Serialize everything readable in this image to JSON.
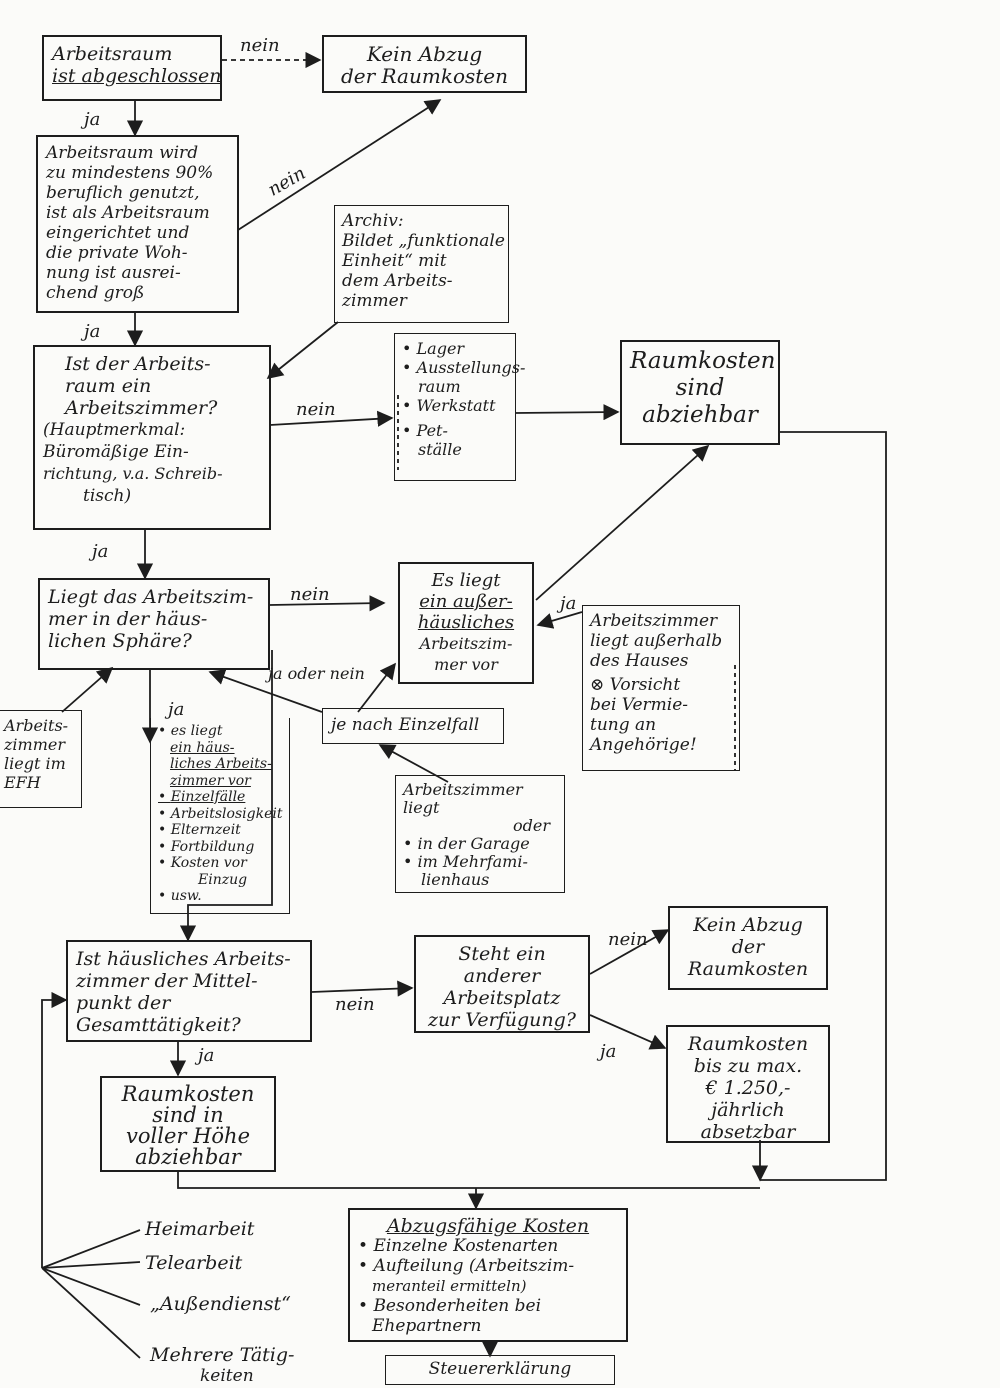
{
  "nodes": {
    "arbeitsraum_abgeschlossen": [
      "Arbeitsraum",
      "ist abgeschlossen"
    ],
    "kein_abzug_1": [
      "Kein Abzug",
      "der Raumkosten"
    ],
    "arbeitsraum_90": [
      "Arbeitsraum wird",
      "zu mindestens 90%",
      "beruflich genutzt,",
      "ist als Arbeitsraum",
      "eingerichtet und",
      "die private Woh-",
      "nung ist ausrei-",
      "chend groß"
    ],
    "archiv": [
      "Archiv:",
      "Bildet „funktionale",
      "Einheit“ mit",
      "dem Arbeits-",
      "zimmer"
    ],
    "ist_arbeitszimmer": [
      "Ist der Arbeits-",
      "raum ein",
      "Arbeitszimmer?",
      "(Hauptmerkmal:",
      "Büromäßige Ein-",
      "richtung, v.a. Schreib-",
      "tisch)"
    ],
    "lager_items": [
      "Lager",
      "Ausstellungs-",
      "raum",
      "Werkstatt",
      "Pet-",
      "ställe"
    ],
    "raumkosten_abziehbar": [
      "Raumkosten",
      "sind",
      "abziehbar"
    ],
    "haeusliche_sphaere": [
      "Liegt das Arbeitszim-",
      "mer in der häus-",
      "lichen Sphäre?"
    ],
    "ausserhaeuslich": [
      "Es liegt",
      "ein außer-",
      "häusliches",
      "Arbeitszim-",
      "mer vor"
    ],
    "ausserhalb_hauses": [
      "Arbeitszimmer",
      "liegt außerhalb",
      "des Hauses"
    ],
    "vorsicht": [
      "Vorsicht",
      "bei Vermie-",
      "tung an",
      "Angehörige!"
    ],
    "je_nach_einzelfall": "je nach Einzelfall",
    "efh": [
      "Arbeits-",
      "zimmer",
      "liegt im",
      "EFH"
    ],
    "haeusliches_liste": [
      "es liegt",
      "ein häus-",
      "liches Arbeits-",
      "zimmer vor",
      "Einzelfälle",
      "Arbeitslosigkeit",
      "Elternzeit",
      "Fortbildung",
      "Kosten vor",
      "Einzug",
      "usw."
    ],
    "garage_mfh": [
      "Arbeitszimmer",
      "liegt",
      "oder",
      "in der Garage",
      "im Mehrfami-",
      "lienhaus"
    ],
    "mittelpunkt": [
      "Ist häusliches Arbeits-",
      "zimmer der Mittel-",
      "punkt der",
      "Gesamttätigkeit?"
    ],
    "anderer_arbeitsplatz": [
      "Steht ein",
      "anderer",
      "Arbeitsplatz",
      "zur Verfügung?"
    ],
    "kein_abzug_2": [
      "Kein Abzug",
      "der",
      "Raumkosten"
    ],
    "max_1250": [
      "Raumkosten",
      "bis zu max.",
      "€ 1.250,-",
      "jährlich",
      "absetzbar"
    ],
    "volle_hoehe": [
      "Raumkosten",
      "sind in",
      "voller Höhe",
      "abziehbar"
    ],
    "abzugsfaehige_kosten": [
      "Abzugsfähige Kosten",
      "Einzelne Kostenarten",
      "Aufteilung (Arbeitszim-",
      "meranteil ermitteln)",
      "Besonderheiten bei",
      "Ehepartnern"
    ],
    "steuererklaerung": "Steuererklärung",
    "taetigkeiten": [
      "Heimarbeit",
      "Telearbeit",
      "„Außendienst“",
      "Mehrere Tätig-",
      "keiten"
    ]
  },
  "labels": {
    "ja": "ja",
    "nein": "nein",
    "ja_oder_nein": "ja oder nein"
  },
  "colors": {
    "ink": "#1d1d1d",
    "paper": "#fbfbf9"
  }
}
